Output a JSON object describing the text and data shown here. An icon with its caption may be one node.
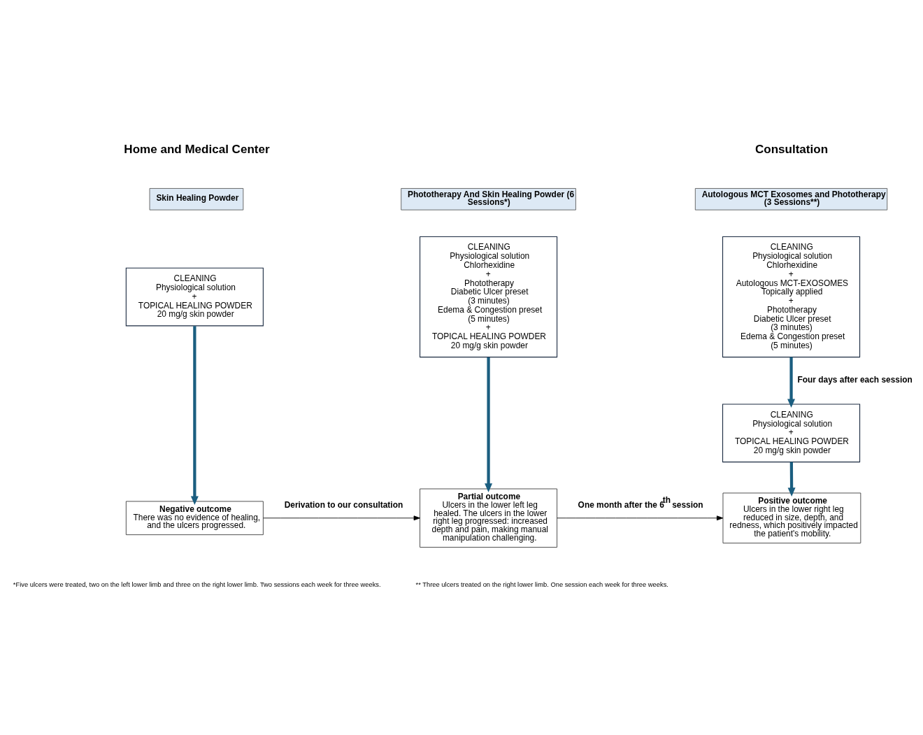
{
  "diagram": {
    "nodes": [
      {
        "text": [
          "Skin Healing Powder"
        ]
      },
      {
        "text": [
          "CLEANING",
          "Physiological solution",
          "+",
          "TOPICAL HEALING POWDER",
          "20 mg/g skin powder"
        ]
      },
      {
        "text": [
          "Phototherapy And Skin Healing Powder (6 Sessions*)"
        ]
      },
      {
        "text": [
          "CLEANING",
          "Physiological solution Chlorhexidine",
          "+",
          "Phototherapy",
          "Diabetic Ulcer preset",
          "(3 minutes)",
          "Edema & Congestion preset",
          "(5 minutes)",
          "+",
          "TOPICAL HEALING POWDER",
          "20 mg/g skin powder"
        ]
      },
      {
        "text": [
          "Autologous MCT Exosomes and Phototherapy (3 Sessions**)"
        ]
      },
      {
        "text": [
          "CLEANING",
          "Physiological solution Chlorhexidine",
          "+",
          "Autologous MCT-EXOSOMES",
          "Topically applied",
          "+",
          "Phototherapy",
          "Diabetic Ulcer preset",
          "(3 minutes)",
          "Edema & Congestion preset",
          "(5 minutes)"
        ]
      },
      {
        "text": [
          "CLEANING",
          "Physiological solution",
          "+",
          "TOPICAL HEALING POWDER",
          "20 mg/g skin powder"
        ]
      },
      {
        "text": [
          "Negative outcome",
          "There was no evidence of healing, and the ulcers progressed."
        ]
      },
      {
        "text": [
          "Partial outcome",
          "Ulcers in the lower left leg healed. The ulcers in the lower right leg progressed: increased depth and pain, making manual manipulation challenging."
        ]
      },
      {
        "text": [
          "Positive outcome",
          "Ulcers in the lower right leg reduced in size, depth, and redness, which positively impacted the patient's mobility."
        ]
      }
    ],
    "edges": [
      {
        "from": 1,
        "to": 7,
        "arrow": "to"
      },
      {
        "from": 3,
        "to": 8,
        "arrow": "to"
      },
      {
        "from": 5,
        "to": 6,
        "arrow": "to",
        "label": "Four days after each session"
      },
      {
        "from": 6,
        "to": 9,
        "arrow": "to"
      },
      {
        "from": 7,
        "to": 8,
        "arrow": "to",
        "color": "#000000",
        "label": "Derivation to our consultation"
      },
      {
        "from": 8,
        "to": 9,
        "arrow": "to",
        "color": "#000000",
        "label": "One month after the 6$^{th}$ session"
      }
    ],
    "labels": [
      "Home and Medical Center",
      "Consultation",
      "*Five ulcers were treated, two on the left lower limb and three on the right lower limb. Two sessions each week for three weeks.",
      "** Three ulcers treated on the right lower limb. One session each week for three weeks."
    ]
  }
}
